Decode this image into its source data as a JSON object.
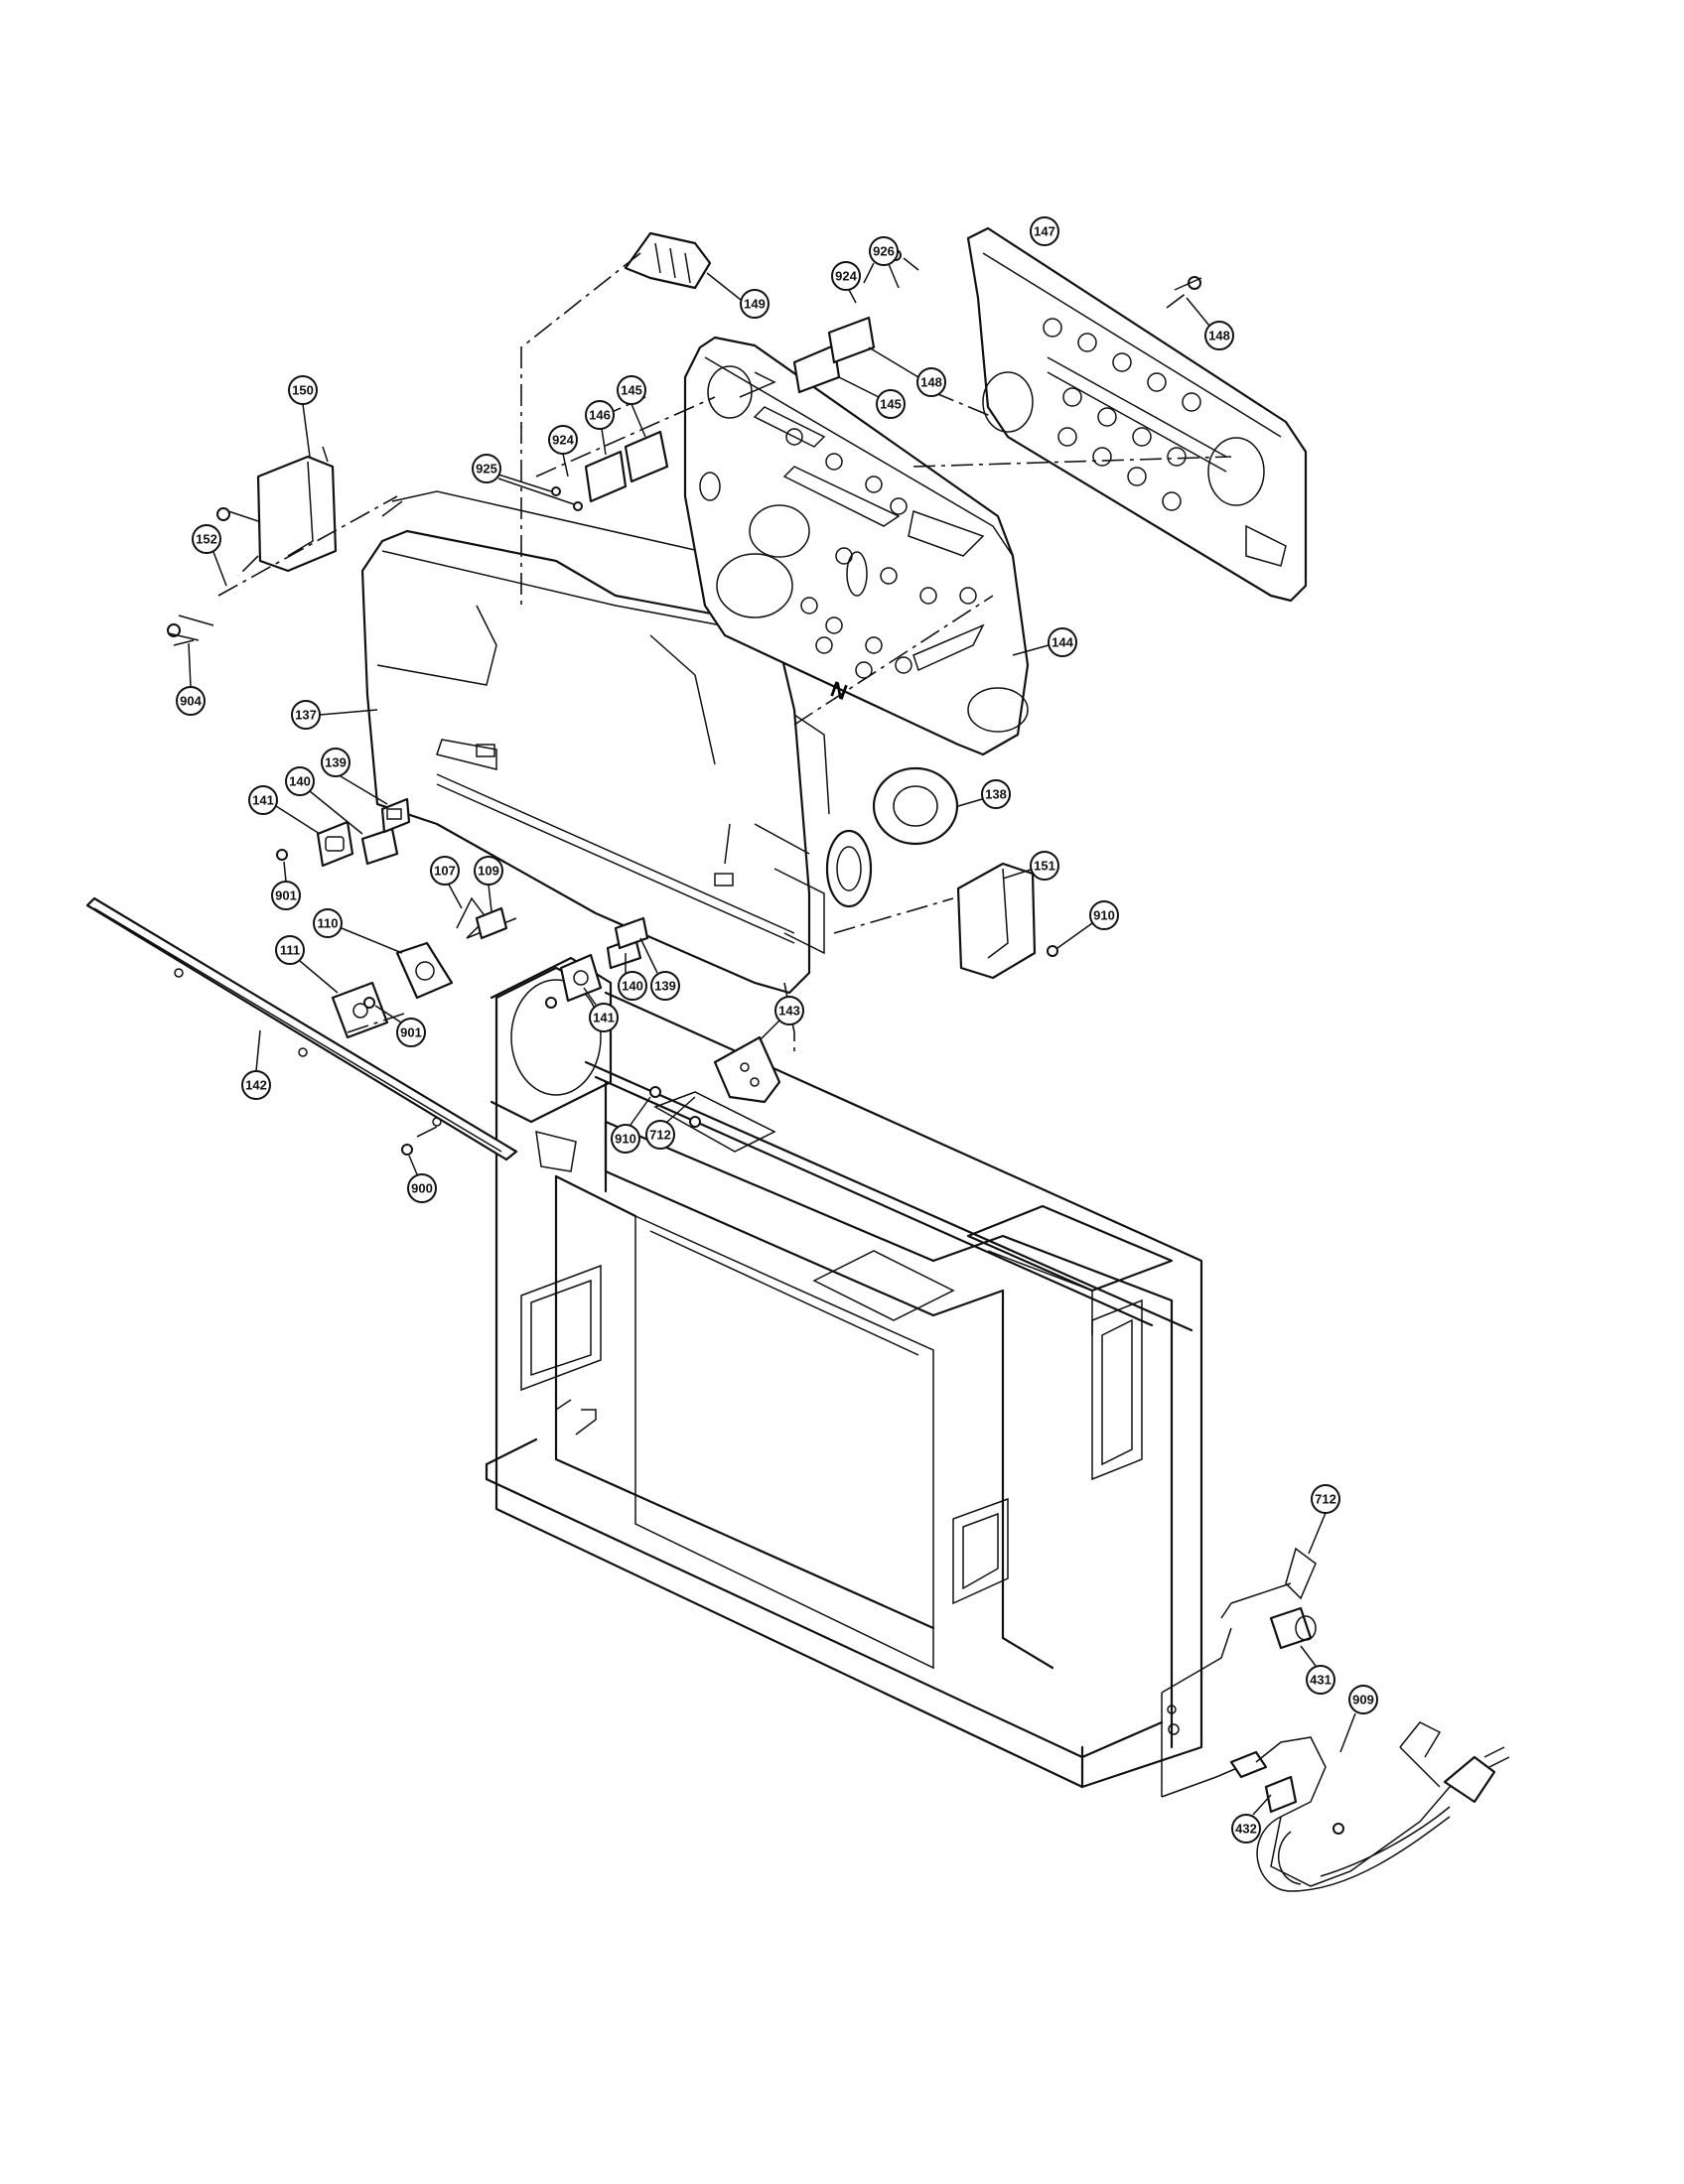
{
  "callouts": [
    {
      "id": "c147",
      "label": "147"
    },
    {
      "id": "c926",
      "label": "926"
    },
    {
      "id": "c924a",
      "label": "924"
    },
    {
      "id": "c149",
      "label": "149"
    },
    {
      "id": "c148a",
      "label": "148"
    },
    {
      "id": "c148b",
      "label": "148"
    },
    {
      "id": "c145a",
      "label": "145"
    },
    {
      "id": "c145b",
      "label": "145"
    },
    {
      "id": "c146",
      "label": "146"
    },
    {
      "id": "c924b",
      "label": "924"
    },
    {
      "id": "c925",
      "label": "925"
    },
    {
      "id": "c150",
      "label": "150"
    },
    {
      "id": "c152",
      "label": "152"
    },
    {
      "id": "c904",
      "label": "904"
    },
    {
      "id": "c137",
      "label": "137"
    },
    {
      "id": "c144",
      "label": "144"
    },
    {
      "id": "c138",
      "label": "138"
    },
    {
      "id": "c139a",
      "label": "139"
    },
    {
      "id": "c140a",
      "label": "140"
    },
    {
      "id": "c141a",
      "label": "141"
    },
    {
      "id": "c901a",
      "label": "901"
    },
    {
      "id": "c107",
      "label": "107"
    },
    {
      "id": "c109",
      "label": "109"
    },
    {
      "id": "c151",
      "label": "151"
    },
    {
      "id": "c910a",
      "label": "910"
    },
    {
      "id": "c110",
      "label": "110"
    },
    {
      "id": "c111",
      "label": "111"
    },
    {
      "id": "c901b",
      "label": "901"
    },
    {
      "id": "c140b",
      "label": "140"
    },
    {
      "id": "c139b",
      "label": "139"
    },
    {
      "id": "c141b",
      "label": "141"
    },
    {
      "id": "c143",
      "label": "143"
    },
    {
      "id": "c142",
      "label": "142"
    },
    {
      "id": "c910b",
      "label": "910"
    },
    {
      "id": "c712a",
      "label": "712"
    },
    {
      "id": "c900",
      "label": "900"
    },
    {
      "id": "c712b",
      "label": "712"
    },
    {
      "id": "c431",
      "label": "431"
    },
    {
      "id": "c909",
      "label": "909"
    },
    {
      "id": "c432",
      "label": "432"
    }
  ]
}
